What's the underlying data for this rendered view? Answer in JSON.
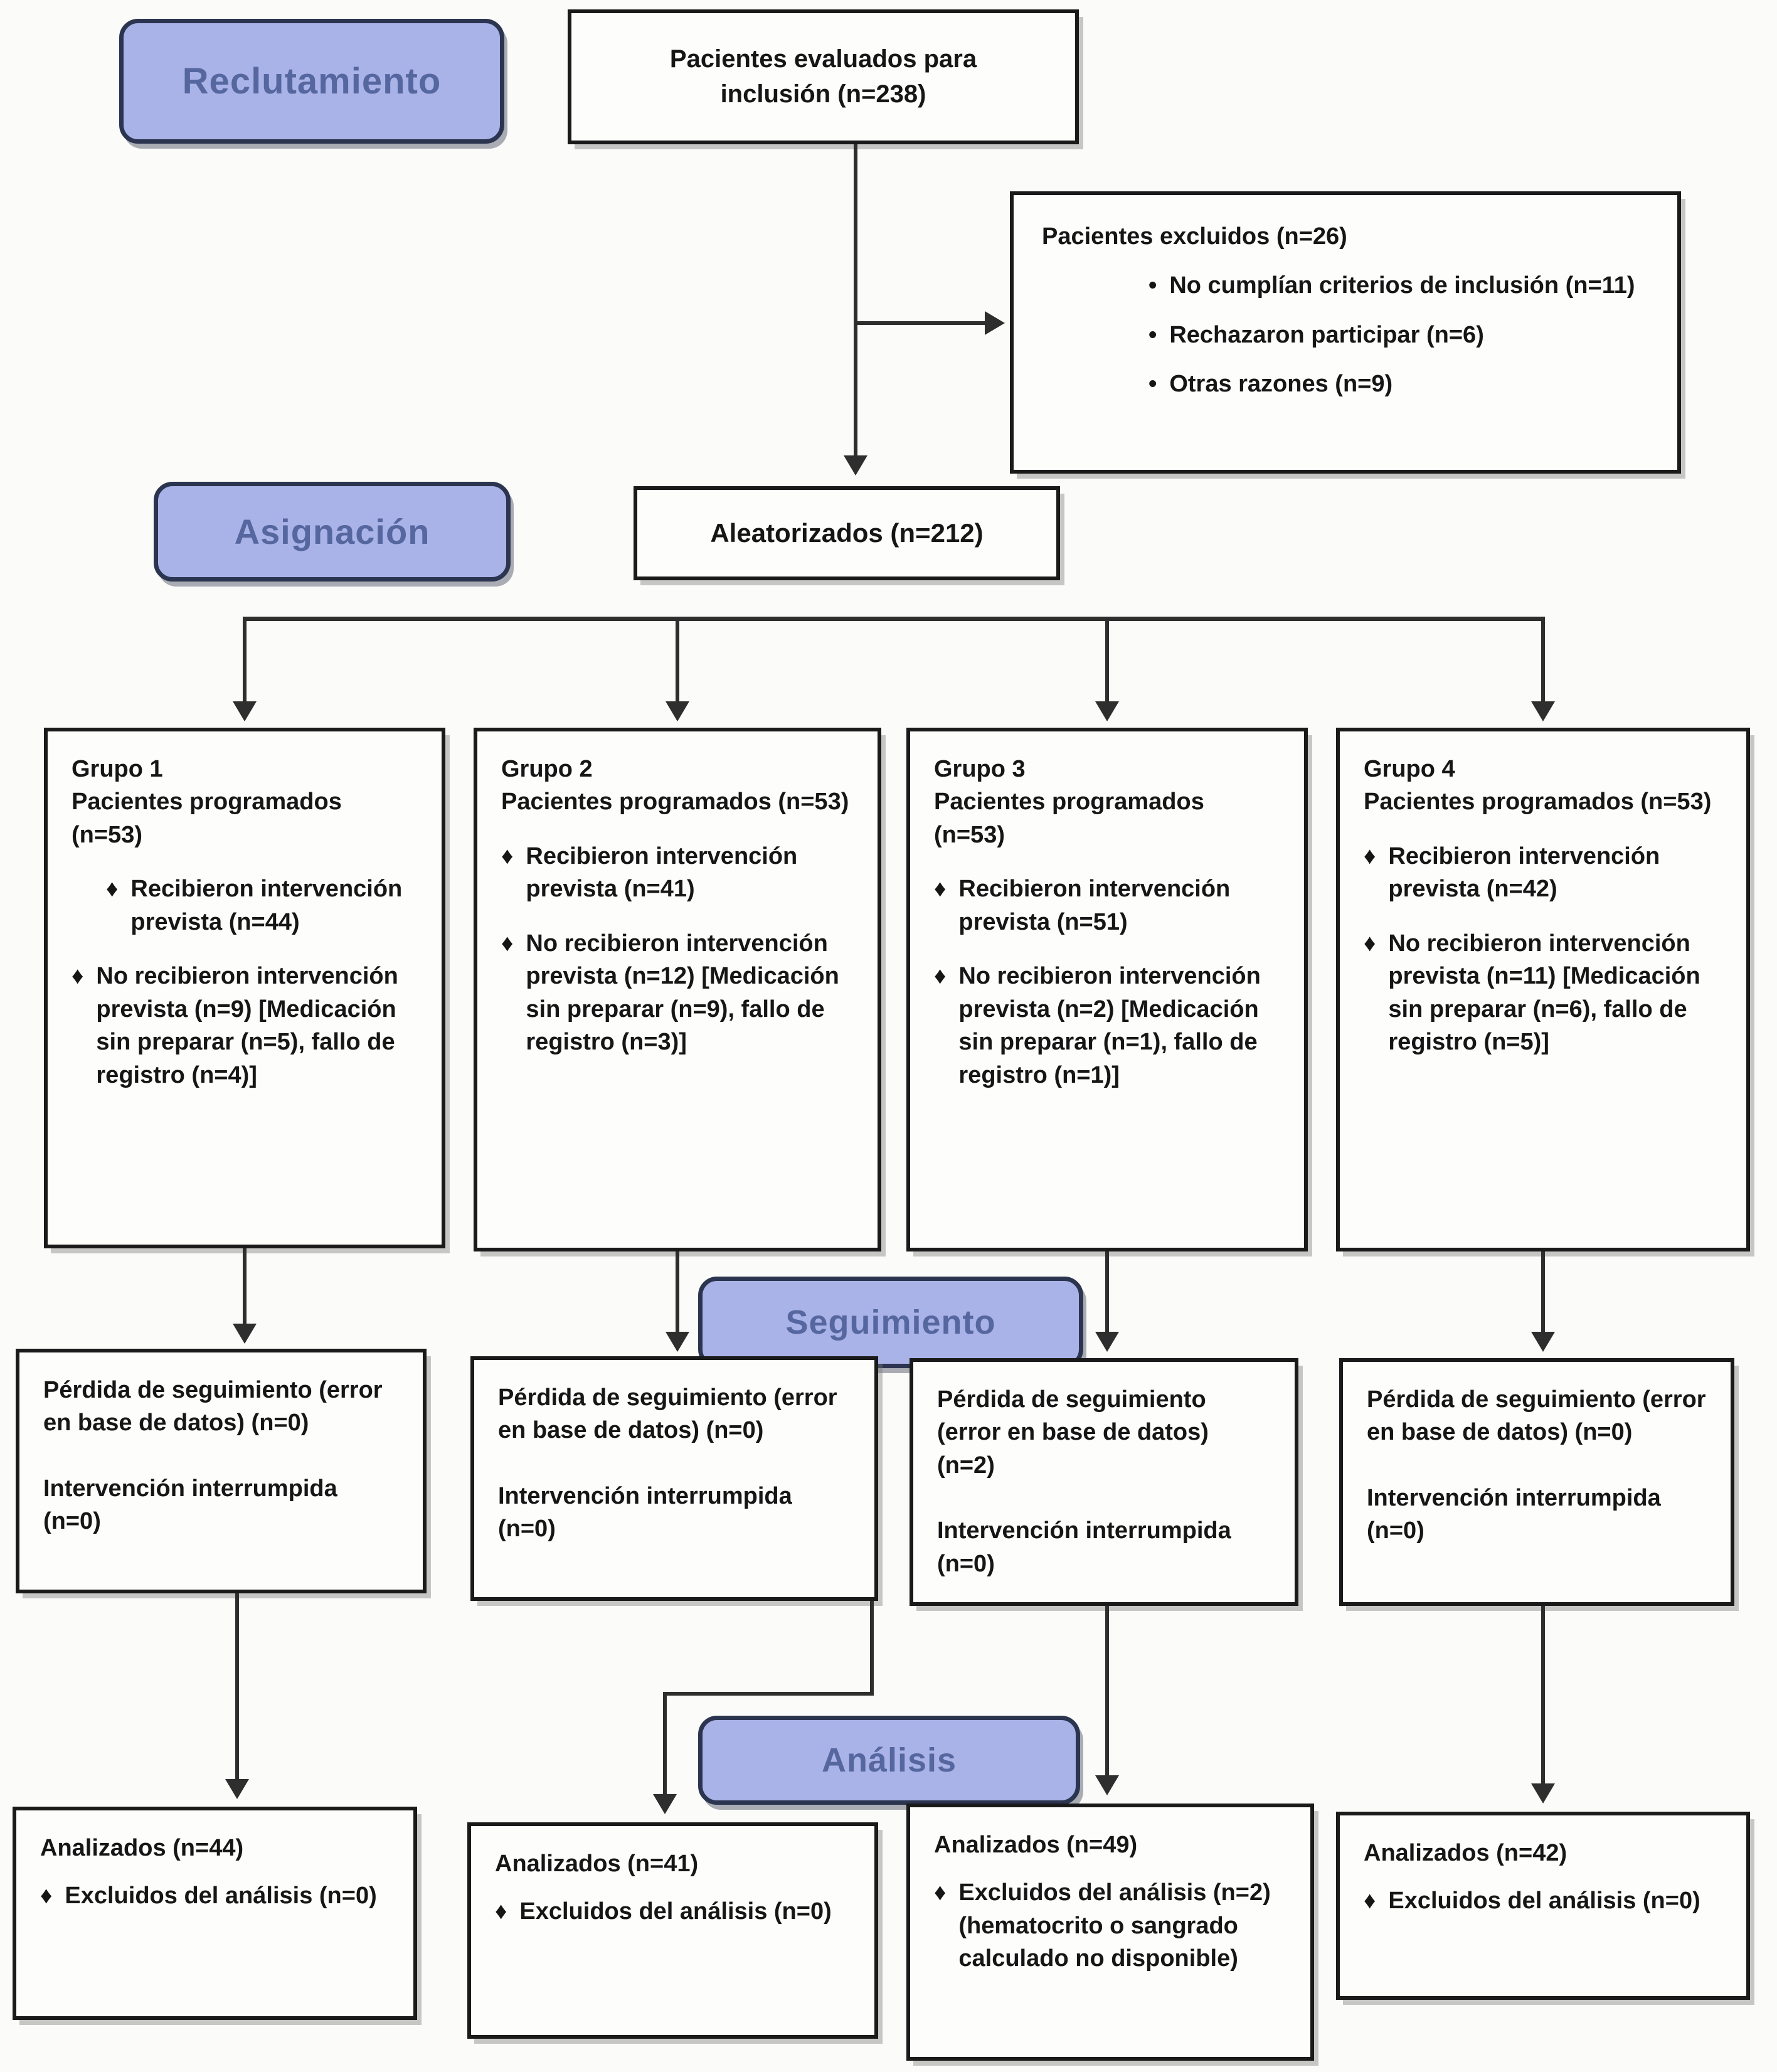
{
  "stage_labels": {
    "recruitment": "Reclutamiento",
    "assignment": "Asignación",
    "followup": "Seguimiento",
    "analysis": "Análisis"
  },
  "glyphs": {
    "group_bullet": "♦",
    "excluded_bullet": "•"
  },
  "colors": {
    "stage_fill": "#a9b3e8",
    "stage_border": "#2b3550",
    "stage_text": "#56669f",
    "box_background": "#fdfdfc",
    "box_border": "#1a1a1a",
    "text": "#161616",
    "arrow": "#2e2e2e",
    "background": "#fbfbf9"
  },
  "nodes": {
    "assessed": {
      "text": "Pacientes evaluados para inclusión (n=238)"
    },
    "excluded": {
      "title": "Pacientes excluidos (n=26)",
      "bullets": [
        "No cumplían criterios de inclusión (n=11)",
        "Rechazaron participar (n=6)",
        "Otras razones (n=9)"
      ]
    },
    "randomized": {
      "text": "Aleatorizados (n=212)"
    },
    "groups": [
      {
        "title": "Grupo 1",
        "subtitle": "Pacientes programados (n=53)",
        "bullets": [
          "Recibieron intervención prevista (n=44)",
          "No recibieron intervención prevista (n=9) [Medicación sin preparar (n=5), fallo de registro (n=4)]"
        ]
      },
      {
        "title": "Grupo 2",
        "subtitle": "Pacientes programados (n=53)",
        "bullets": [
          "Recibieron intervención prevista (n=41)",
          "No recibieron intervención prevista (n=12) [Medicación sin preparar (n=9), fallo de registro (n=3)]"
        ]
      },
      {
        "title": "Grupo 3",
        "subtitle": "Pacientes programados (n=53)",
        "bullets": [
          "Recibieron intervención prevista (n=51)",
          "No recibieron intervención prevista (n=2) [Medicación sin preparar (n=1), fallo de registro (n=1)]"
        ]
      },
      {
        "title": "Grupo 4",
        "subtitle": "Pacientes programados (n=53)",
        "bullets": [
          "Recibieron intervención prevista (n=42)",
          "No recibieron intervención prevista (n=11) [Medicación sin preparar (n=6), fallo de registro (n=5)]"
        ]
      }
    ],
    "followup": [
      {
        "line1": "Pérdida de seguimiento (error en base de datos) (n=0)",
        "line2": "Intervención interrumpida (n=0)"
      },
      {
        "line1": "Pérdida de seguimiento (error en base de datos) (n=0)",
        "line2": "Intervención interrumpida (n=0)"
      },
      {
        "line1": "Pérdida de seguimiento (error en base de datos) (n=2)",
        "line2": "Intervención interrumpida (n=0)"
      },
      {
        "line1": "Pérdida de seguimiento (error en base de datos) (n=0)",
        "line2": "Intervención interrumpida (n=0)"
      }
    ],
    "analysis": [
      {
        "title": "Analizados (n=44)",
        "bullet": "Excluidos del análisis (n=0)"
      },
      {
        "title": "Analizados (n=41)",
        "bullet": "Excluidos del análisis (n=0)"
      },
      {
        "title": "Analizados (n=49)",
        "bullet": "Excluidos del análisis (n=2) (hematocrito o sangrado calculado no disponible)"
      },
      {
        "title": "Analizados (n=42)",
        "bullet": "Excluidos del análisis (n=0)"
      }
    ]
  }
}
